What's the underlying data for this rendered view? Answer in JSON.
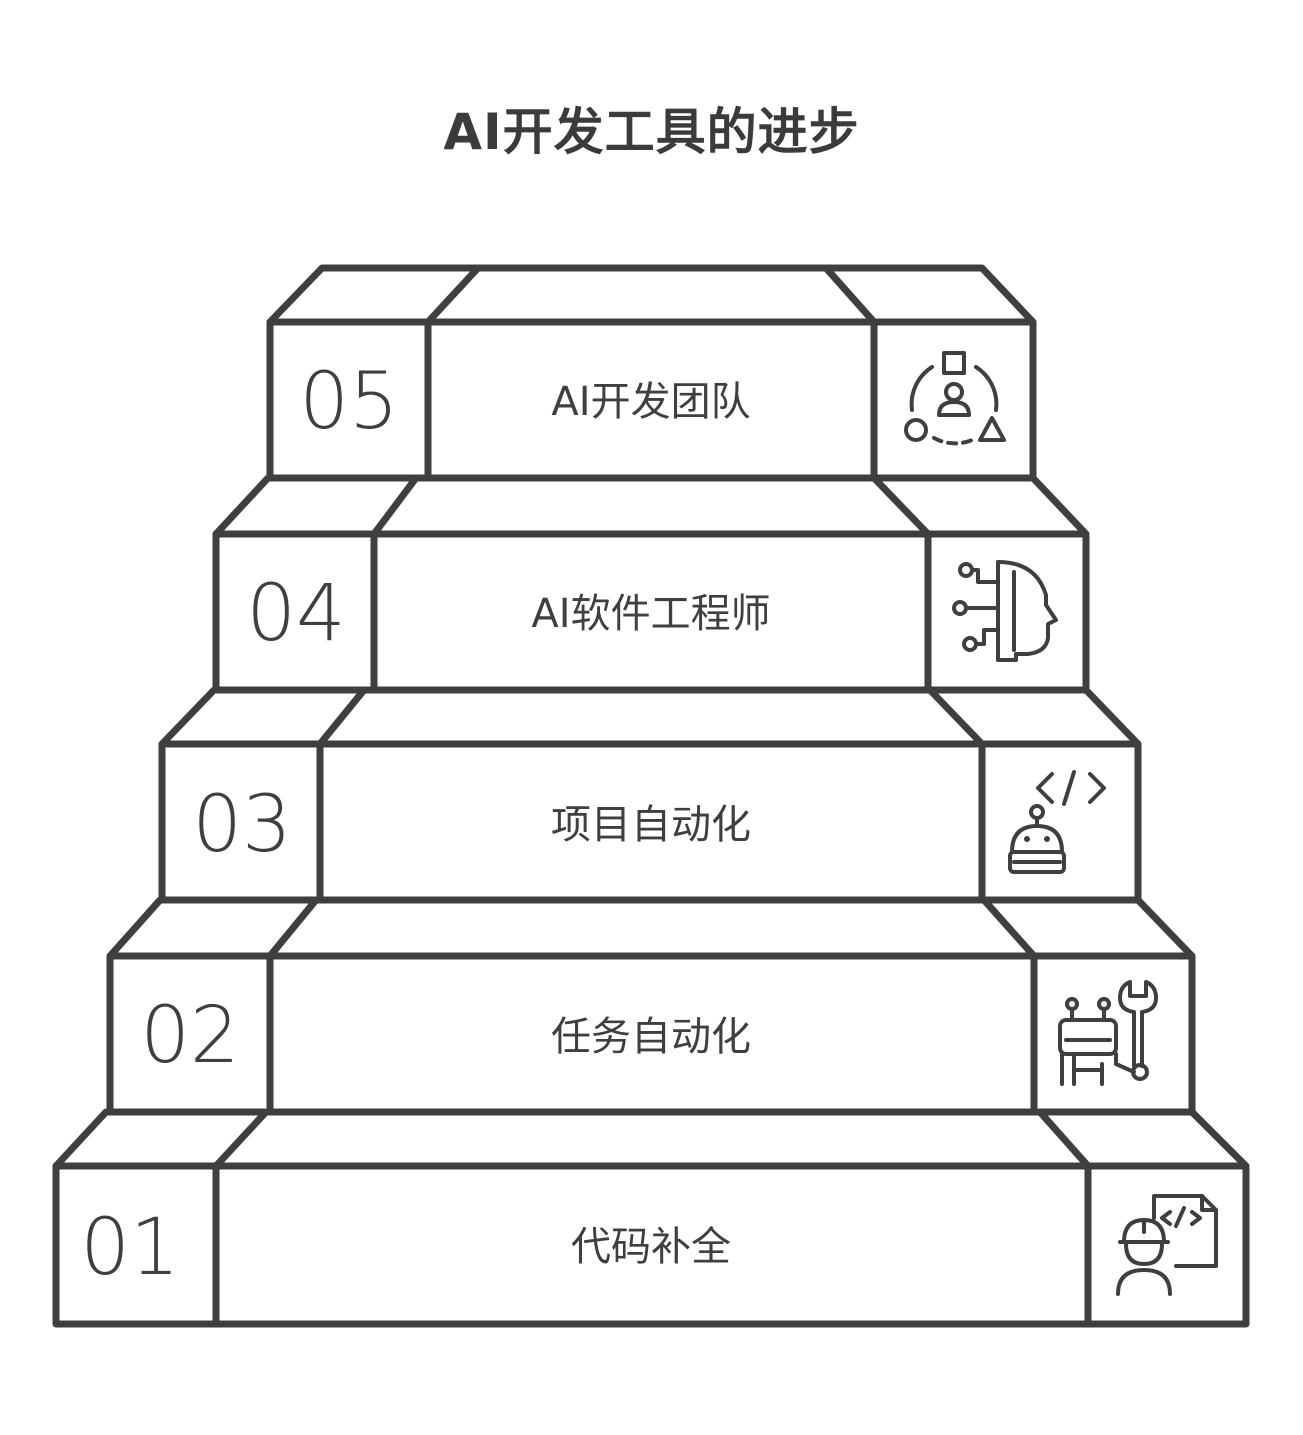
{
  "title": "AI开发工具的进步",
  "steps": [
    {
      "number": "01",
      "label": "代码补全",
      "icon": "engineer-code-icon"
    },
    {
      "number": "02",
      "label": "任务自动化",
      "icon": "robot-wrench-icon"
    },
    {
      "number": "03",
      "label": "项目自动化",
      "icon": "robot-code-icon"
    },
    {
      "number": "04",
      "label": "AI软件工程师",
      "icon": "ai-head-circuit-icon"
    },
    {
      "number": "05",
      "label": "AI开发团队",
      "icon": "team-network-icon"
    }
  ]
}
